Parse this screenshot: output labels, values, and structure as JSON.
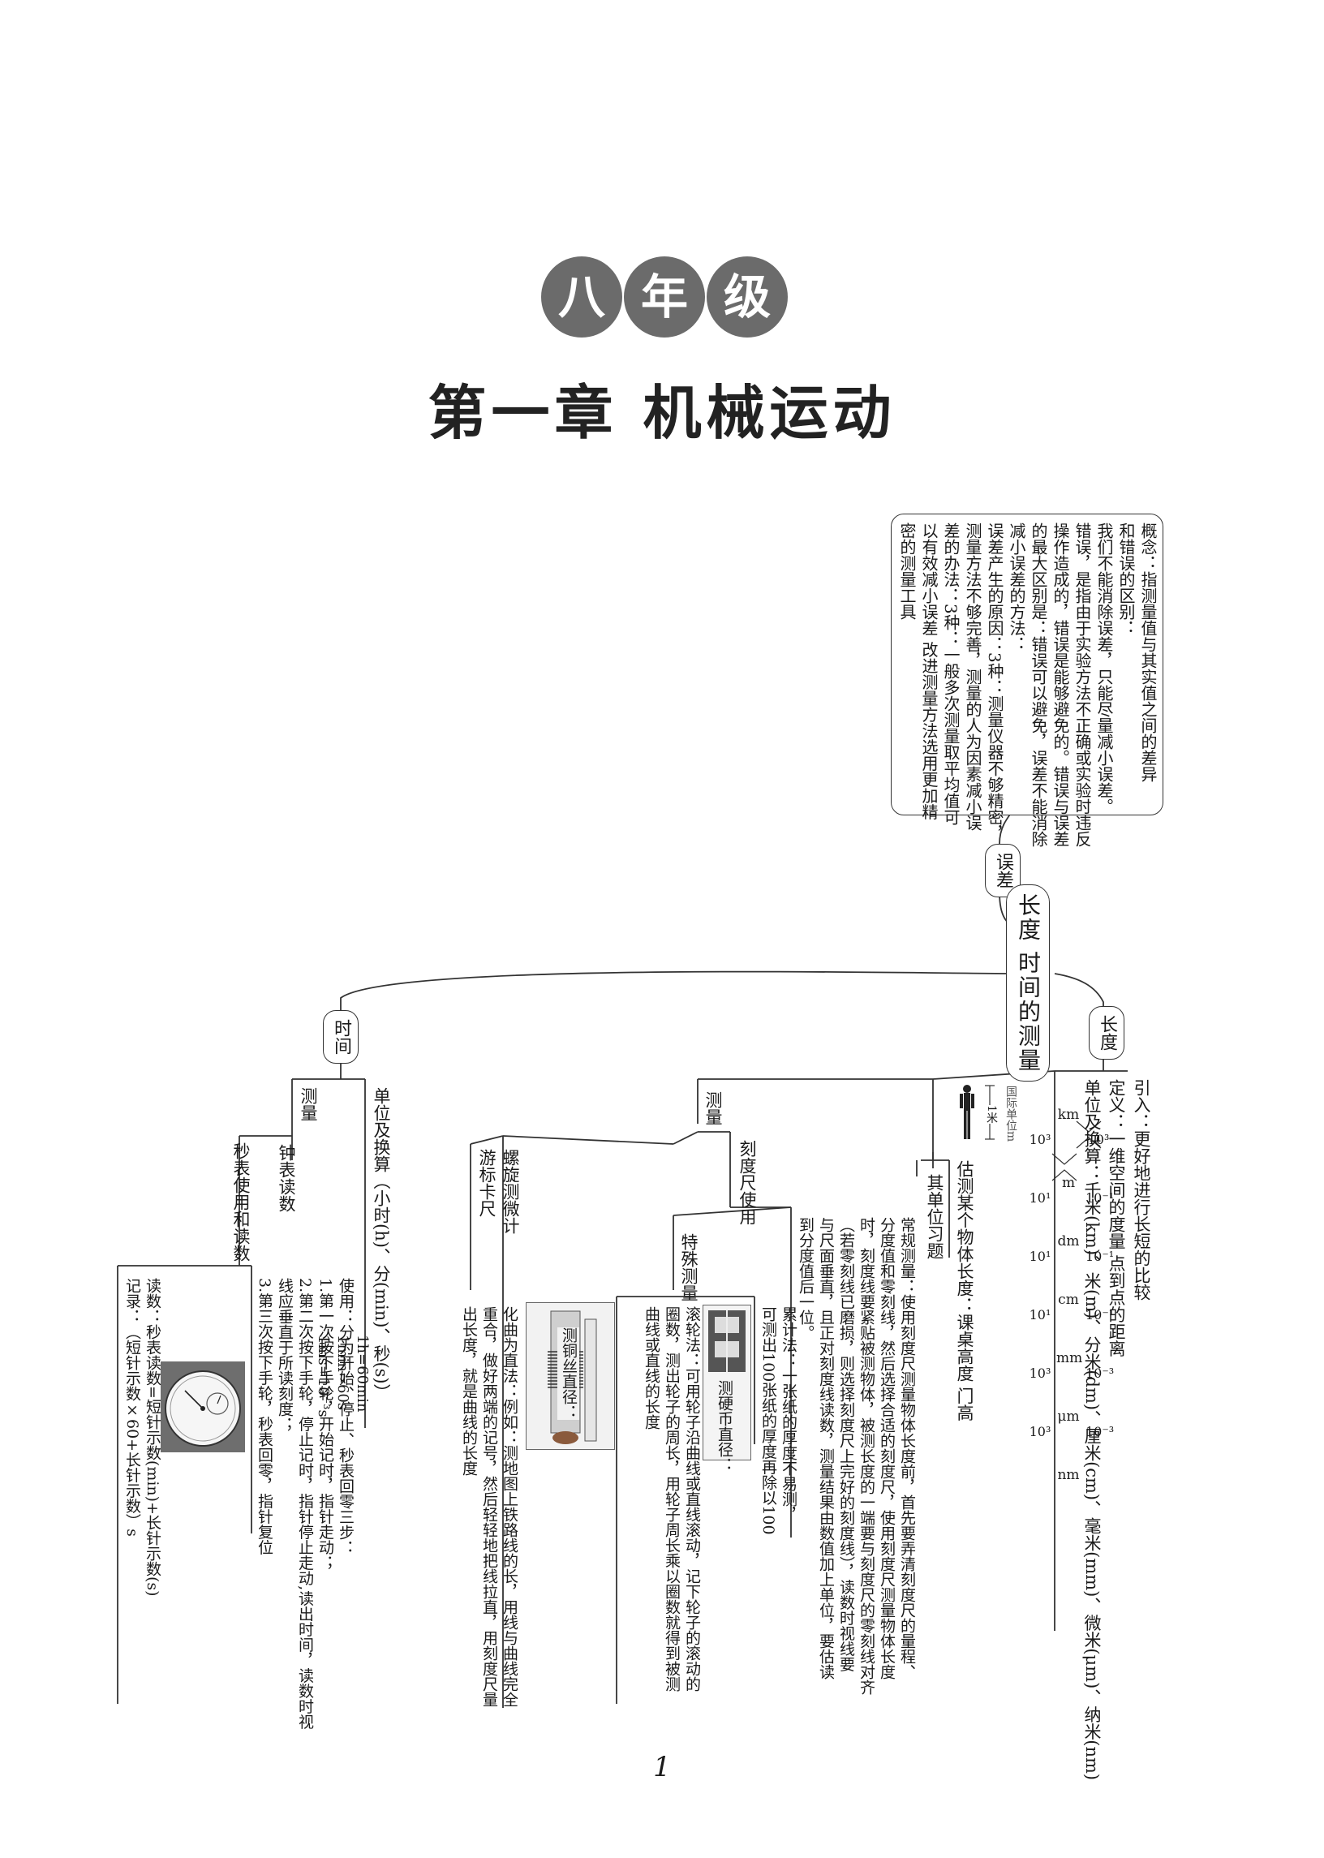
{
  "header": {
    "grade_chars": [
      "八",
      "年",
      "级"
    ],
    "chapter_title": "第一章  机械运动"
  },
  "center": {
    "label": "长度 时间的测量"
  },
  "error": {
    "label": "误差",
    "lines": [
      "概念：指测量值与其实值之间的差异",
      "和错误的区别：",
      "我们不能消除误差，只能尽量减小误差。",
      "错误，是指由于实验方法不正确或实验时违反",
      "操作造成的，错误是能够避免的。错误与误差",
      "的最大区别是：错误可以避免，误差不能消除",
      "减小误差的方法：",
      "误差产生的原因：3种：测量仪器不够精密，",
      "测量方法不够完善，测量的人为因素减小误",
      "差的办法：3种：一般多次测量取平均值可",
      "以有效减小误差  改进测量方法选用更加精",
      "密的测量工具"
    ]
  },
  "length": {
    "label": "长度",
    "intro": "引入：更好地进行长短的比较",
    "definition": "定义：一维空间的度量  点到点的距离",
    "units": "单位及换算：千米(km)、米(m)、分米(dm)、厘米(cm)、毫米(mm)、微米(μm)、纳米(nm)",
    "unit_chain": [
      "km",
      "m",
      "dm",
      "cm",
      "mm",
      "μm",
      "nm"
    ],
    "factors_up": [
      "10³",
      "10⁻¹",
      "10⁻¹",
      "10⁻¹",
      "10⁻³",
      "10⁻³"
    ],
    "factors_down": [
      "10³",
      "10¹",
      "10¹",
      "10¹",
      "10³",
      "10³"
    ],
    "si_label": "国际单位m",
    "meter_label": "1米",
    "estimate": "估测某个物体长度：课桌高度  门高",
    "exercise_label": "其单位习题",
    "measure": {
      "label": "测量",
      "ruler_label": "刻度尺使用",
      "regular": [
        "常规测量：使用刻度尺测量物体长度前，首先要弄清刻度尺的量程、",
        "分度值和零刻线，然后选择合适的刻度尺，使用刻度尺测量物体长度",
        "时，刻度线要紧贴被测物体，被测长度的一端要与刻度尺的零刻线对齐",
        "（若零刻线已磨损，则选择刻度尺上完好的刻度线），读数时视线要",
        "与尺面垂直，且正对刻度线读数，测量结果由数值加上单位，要估读",
        "到分度值后一位。"
      ],
      "cumulative": [
        "累计法：一张纸的厚度不易测，",
        "可测出100张纸的厚度再除以100"
      ],
      "special_label": "特殊测量",
      "coin_label": "测硬币直径：",
      "wheel": [
        "滚轮法：可用轮子沿曲线或直线滚动，记下轮子的滚动的",
        "圈数，测出轮子的周长，用轮子周长乘以圈数就得到被测",
        "曲线或直线的长度"
      ],
      "wire_label": "测铜丝直径：",
      "curve": [
        "化曲为直法：例如：测地图上铁路线的长，用线与曲线完全",
        "重合，做好两端的记号，然后轻轻地把线拉直，用刻度尺量",
        "出长度，就是曲线的长度"
      ],
      "screw_label": "螺旋测微计",
      "vernier_label": "游标卡尺"
    }
  },
  "time": {
    "label": "时间",
    "units": "单位及换算（小时(h)、分(min)、秒(s)）",
    "conversions": [
      "1h=60min",
      "1min=60s",
      "1ms=10⁻³s"
    ],
    "measure_label": "测量",
    "clock_label": "钟表读数",
    "stopwatch_label": "秒表使用和读数",
    "usage": [
      "使用：分为开始、停止、秒表回零三步：",
      "1.第一次按下手轮，开始记时，指针走动；",
      "2.第二次按下手轮，停止记时，指针停止走动,读出时间，读数时视",
      "线应垂直于所读刻度；",
      "3.第三次按下手轮，秒表回零，指针复位"
    ],
    "reading": [
      "读数：秒表读数=短针示数(min)+长针示数(s)",
      "记录：（短针示数×60+长针示数）s"
    ]
  },
  "page_number": "1"
}
